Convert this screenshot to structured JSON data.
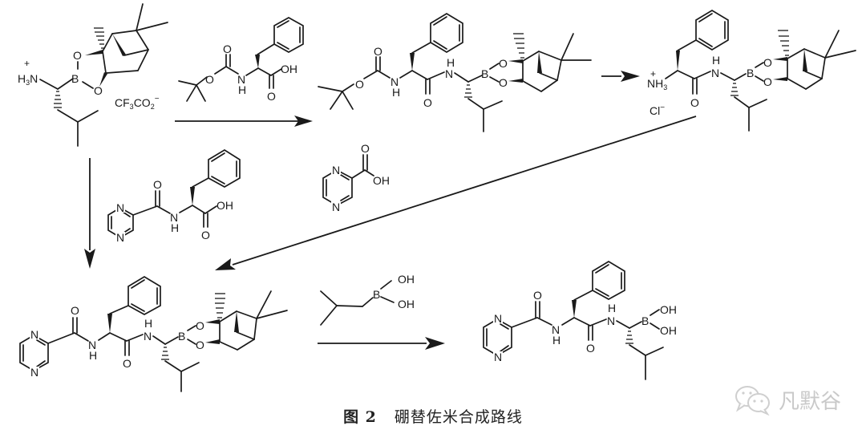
{
  "figure": {
    "caption_number": "图 2",
    "caption_text": "硼替佐米合成路线",
    "watermark_text": "凡默谷",
    "watermark_icon": "wechat-chat-bubbles-icon"
  },
  "labels": {
    "plus": "+",
    "h3n": "H",
    "h3n_sub": "3",
    "n": "N",
    "nh": "NH",
    "h": "H",
    "o": "O",
    "b": "B",
    "oh": "OH",
    "cl": "Cl",
    "cl_charge": "−",
    "cf3co2_cf": "CF",
    "cf3co2_sub3": "3",
    "cf3co2_co": "CO",
    "cf3co2_sub2": "2",
    "cf3co2_charge": "−",
    "nh3_n": "NH",
    "nh3_sub": "3"
  },
  "compounds": [
    {
      "id": "c1",
      "name": "Leucine boronic ester pinanediol trifluoroacetate salt",
      "counterion": "CF3CO2-"
    },
    {
      "id": "reagent1",
      "name": "Boc-L-phenylalanine"
    },
    {
      "id": "c2",
      "name": "Boc-Phe-Leu boronic ester pinanediol"
    },
    {
      "id": "c3",
      "name": "Phe-Leu boronic ester pinanediol hydrochloride",
      "counterion": "Cl-"
    },
    {
      "id": "reagent2",
      "name": "Pyrazinoyl-L-phenylalanine"
    },
    {
      "id": "reagent3",
      "name": "Pyrazine-2-carboxylic acid"
    },
    {
      "id": "c4",
      "name": "Bortezomib pinanediol ester"
    },
    {
      "id": "reagent4",
      "name": "Isobutylboronic acid"
    },
    {
      "id": "c5",
      "name": "Bortezomib"
    }
  ],
  "arrows": [
    {
      "id": "step1",
      "from": "c1",
      "to": "c2",
      "reagent": "reagent1",
      "direction": "right"
    },
    {
      "id": "step2",
      "from": "c2",
      "to": "c3",
      "direction": "right"
    },
    {
      "id": "step3",
      "from": "c3",
      "to": "c4",
      "reagent": "reagent3",
      "direction": "down-left"
    },
    {
      "id": "step4",
      "from": "c1",
      "to": "c4",
      "reagent": "reagent2",
      "direction": "down"
    },
    {
      "id": "step5",
      "from": "c4",
      "to": "c5",
      "reagent": "reagent4",
      "direction": "right"
    }
  ]
}
